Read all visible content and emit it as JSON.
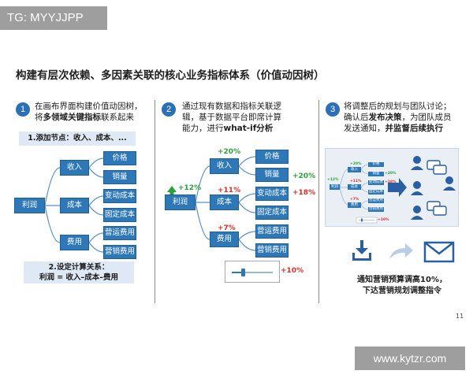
{
  "watermark_top": "TG: MYYJJPP",
  "watermark_bottom": "www.kytzr.com",
  "title": "构建有层次依赖、多因素关联的核心业务指标体系（价值动因树）",
  "page_number": "11",
  "colors": {
    "box_blue": "#2e78b8",
    "step_blue": "#2b6fb6",
    "green": "#2aa13a",
    "red": "#d2332d",
    "note_bg": "#dfe9f6"
  },
  "step1": {
    "number": "1",
    "line1": "在画布界面构建价值动因树，",
    "line2_pre": "将",
    "line2_bold": "多领域关键指标",
    "line2_post": "联系起来",
    "note_top": "1.添加节点：收入、成本、...",
    "note_bottom_line1": "2.设定计算关系：",
    "note_bottom_line2": "利润 = 收入–成本–费用"
  },
  "step2": {
    "number": "2",
    "line1": "通过现有数据和指标关联逻",
    "line2": "辑，基于数据平台即席计算",
    "line3_pre": "能力，进行",
    "line3_bold": "what-if分析"
  },
  "step3": {
    "number": "3",
    "line1": "将调整后的规划与团队讨论；",
    "line2_pre": "确认后",
    "line2_bold": "发布决策",
    "line2_post": "，为团队成员",
    "line3_pre": "发送通知，",
    "line3_bold": "并监督后续执行",
    "caption_line1": "通知营销预算调高10%，",
    "caption_line2": "下达营销规划调整指令"
  },
  "tree": {
    "root": "利润",
    "level1": [
      "收入",
      "成本",
      "费用"
    ],
    "level2": [
      "价格",
      "销量",
      "变动成本",
      "固定成本",
      "营运费用",
      "营销费用"
    ]
  },
  "whatif": {
    "root_change": "+12%",
    "revenue_change": "+20%",
    "cost_change": "+11%",
    "expense_change": "+7%",
    "volume_change": "+20%",
    "variable_cost_change": "+18%",
    "slider_value": "+10%"
  },
  "mini_tree": {
    "root": "利润",
    "level1": [
      "收入",
      "成本",
      "费用"
    ],
    "level2": [
      "价格",
      "销量",
      "变动成本",
      "固定成本",
      "营运费用",
      "营销费用"
    ],
    "changes": [
      "+12%",
      "+20%",
      "+11%",
      "+7%",
      "+20%",
      "+18%",
      "+10%"
    ]
  }
}
